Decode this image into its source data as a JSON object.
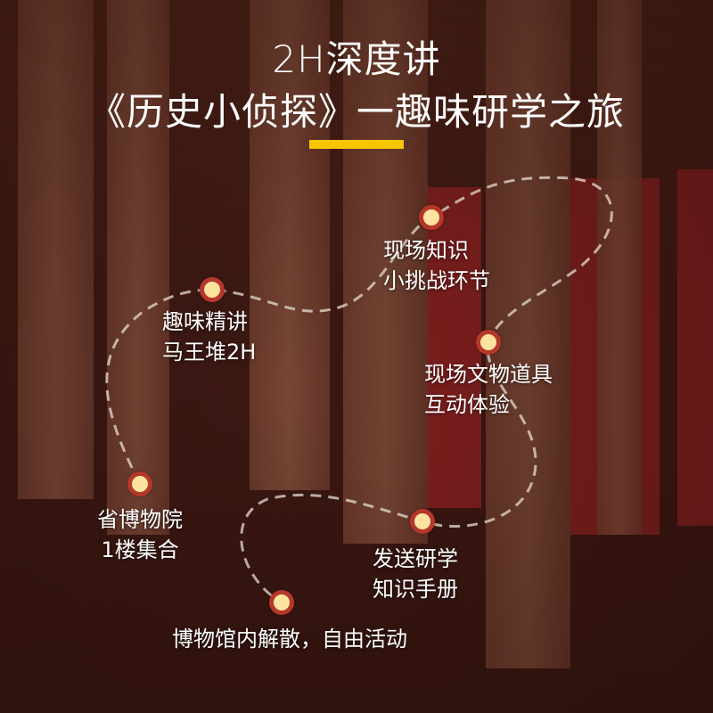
{
  "header": {
    "title_line1": "2H深度讲",
    "title_line2": "《历史小侦探》一趣味研学之旅"
  },
  "accent_color": "#f7c600",
  "dot_color": "#fde3a0",
  "dot_ring_color": "#b5372a",
  "route": {
    "steps": [
      {
        "lines": [
          "省博物院",
          "1楼集合"
        ]
      },
      {
        "lines": [
          "趣味精讲",
          "马王堆2H"
        ]
      },
      {
        "lines": [
          "现场知识",
          "小挑战环节"
        ]
      },
      {
        "lines": [
          "现场文物道具",
          "互动体验"
        ]
      },
      {
        "lines": [
          "发送研学",
          "知识手册"
        ]
      },
      {
        "lines": [
          "博物馆内解散，自由活动"
        ]
      }
    ]
  }
}
